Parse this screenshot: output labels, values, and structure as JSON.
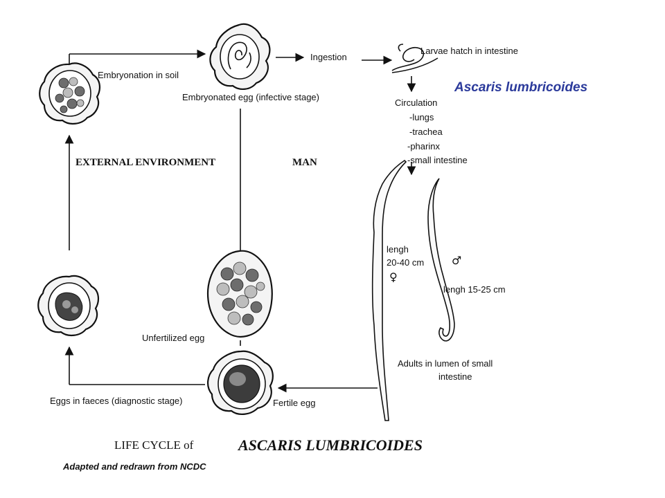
{
  "labels": {
    "embryonation": "Embryonation in soil",
    "embryonated_egg": "Embryonated egg (infective stage)",
    "ingestion": "Ingestion",
    "larvae_hatch": "Larvae hatch in intestine",
    "species": "Ascaris lumbricoides",
    "circulation": "Circulation",
    "lungs": "-lungs",
    "trachea": "-trachea",
    "pharinx": "-pharinx",
    "small_intestine": "-small intestine",
    "external_environment": "EXTERNAL ENVIRONMENT",
    "man": "MAN",
    "female_length_1": "lengh",
    "female_length_2": "20-40 cm",
    "female_symbol": "♀",
    "male_symbol": "♂",
    "male_length": "lengh 15-25 cm",
    "unfertilized_egg": "Unfertilized egg",
    "adults_1": "Adults in lumen of small",
    "adults_2": "intestine",
    "eggs_faeces": "Eggs in faeces (diagnostic stage)",
    "fertile_egg": "Fertile egg"
  },
  "footer": {
    "title_prefix": "LIFE CYCLE of",
    "title_species": "ASCARIS LUMBRICOIDES",
    "credit": "Adapted and redrawn from NCDC"
  },
  "colors": {
    "species_accent": "#2b3a9b",
    "ink": "#111111"
  }
}
